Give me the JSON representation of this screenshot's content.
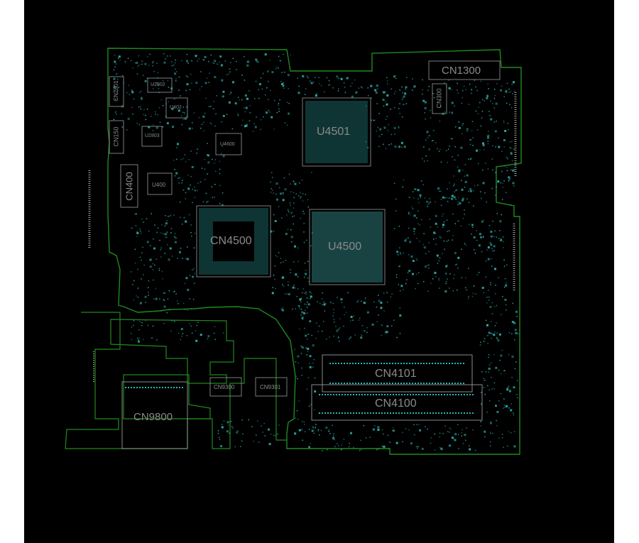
{
  "viewer": {
    "background": "#000000",
    "outline_color": "#1f8a1f",
    "pad_color": "#2fb4b4",
    "silk_color": "#9a9a9a"
  },
  "components": {
    "cn1300": "CN1300",
    "u4501": "U4501",
    "u4500": "U4500",
    "cn4500": "CN4500",
    "cn4101": "CN4101",
    "cn4100": "CN4100",
    "cn9800": "CN9800",
    "cn9300": "CN9300",
    "cn9301": "CN9301",
    "cn400": "CN400",
    "cn150": "CN150",
    "cn2801": "CN2801",
    "cn300": "CN300",
    "u400": "U400",
    "u4600": "U4600",
    "u402": "U402",
    "u2802": "U2802",
    "u2803": "U2803"
  }
}
